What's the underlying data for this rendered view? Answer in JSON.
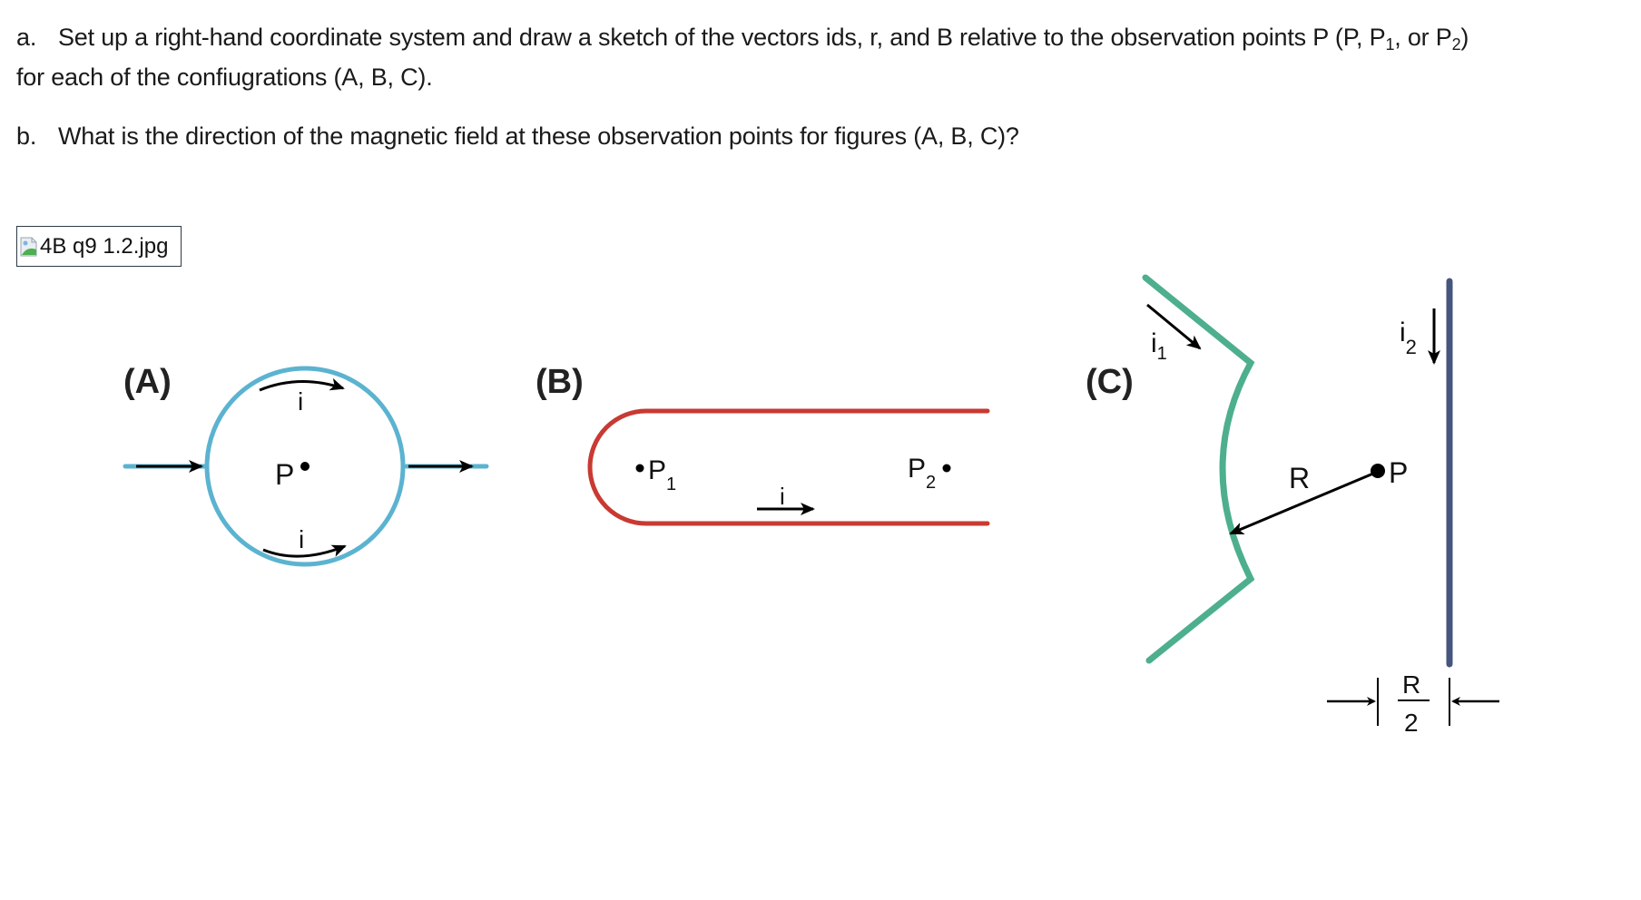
{
  "questions": [
    {
      "marker": "a.",
      "line1_pre": "Set up a right-hand coordinate system and draw a sketch of the vectors ids, r, and B relative to the observation points P (P, P",
      "sub1": "1",
      "mid": ", or P",
      "sub2": "2",
      "line1_post": ")",
      "line2": "for each of the confiugrations (A, B, C)."
    },
    {
      "marker": "b.",
      "text": "What is the direction of the magnetic field at these observation points for figures (A, B, C)?"
    }
  ],
  "image": {
    "alt_text": "4B q9 1.2.jpg",
    "icon": "broken-image-icon"
  },
  "figure": {
    "colors": {
      "loop_a": "#5bb3d0",
      "wire_b": "#c83a32",
      "wire_c1": "#4daf8e",
      "wire_c2": "#45557e",
      "ink": "#000000"
    },
    "panel_a": {
      "label": "(A)",
      "point": "P",
      "current_top": "i",
      "current_bottom": "i"
    },
    "panel_b": {
      "label": "(B)",
      "point1": "P",
      "point1_sub": "1",
      "point2": "P",
      "point2_sub": "2",
      "current": "i"
    },
    "panel_c": {
      "label": "(C)",
      "current1": "i",
      "current1_sub": "1",
      "current2": "i",
      "current2_sub": "2",
      "radius": "R",
      "point": "P",
      "distance_num": "R",
      "distance_den": "2"
    }
  }
}
